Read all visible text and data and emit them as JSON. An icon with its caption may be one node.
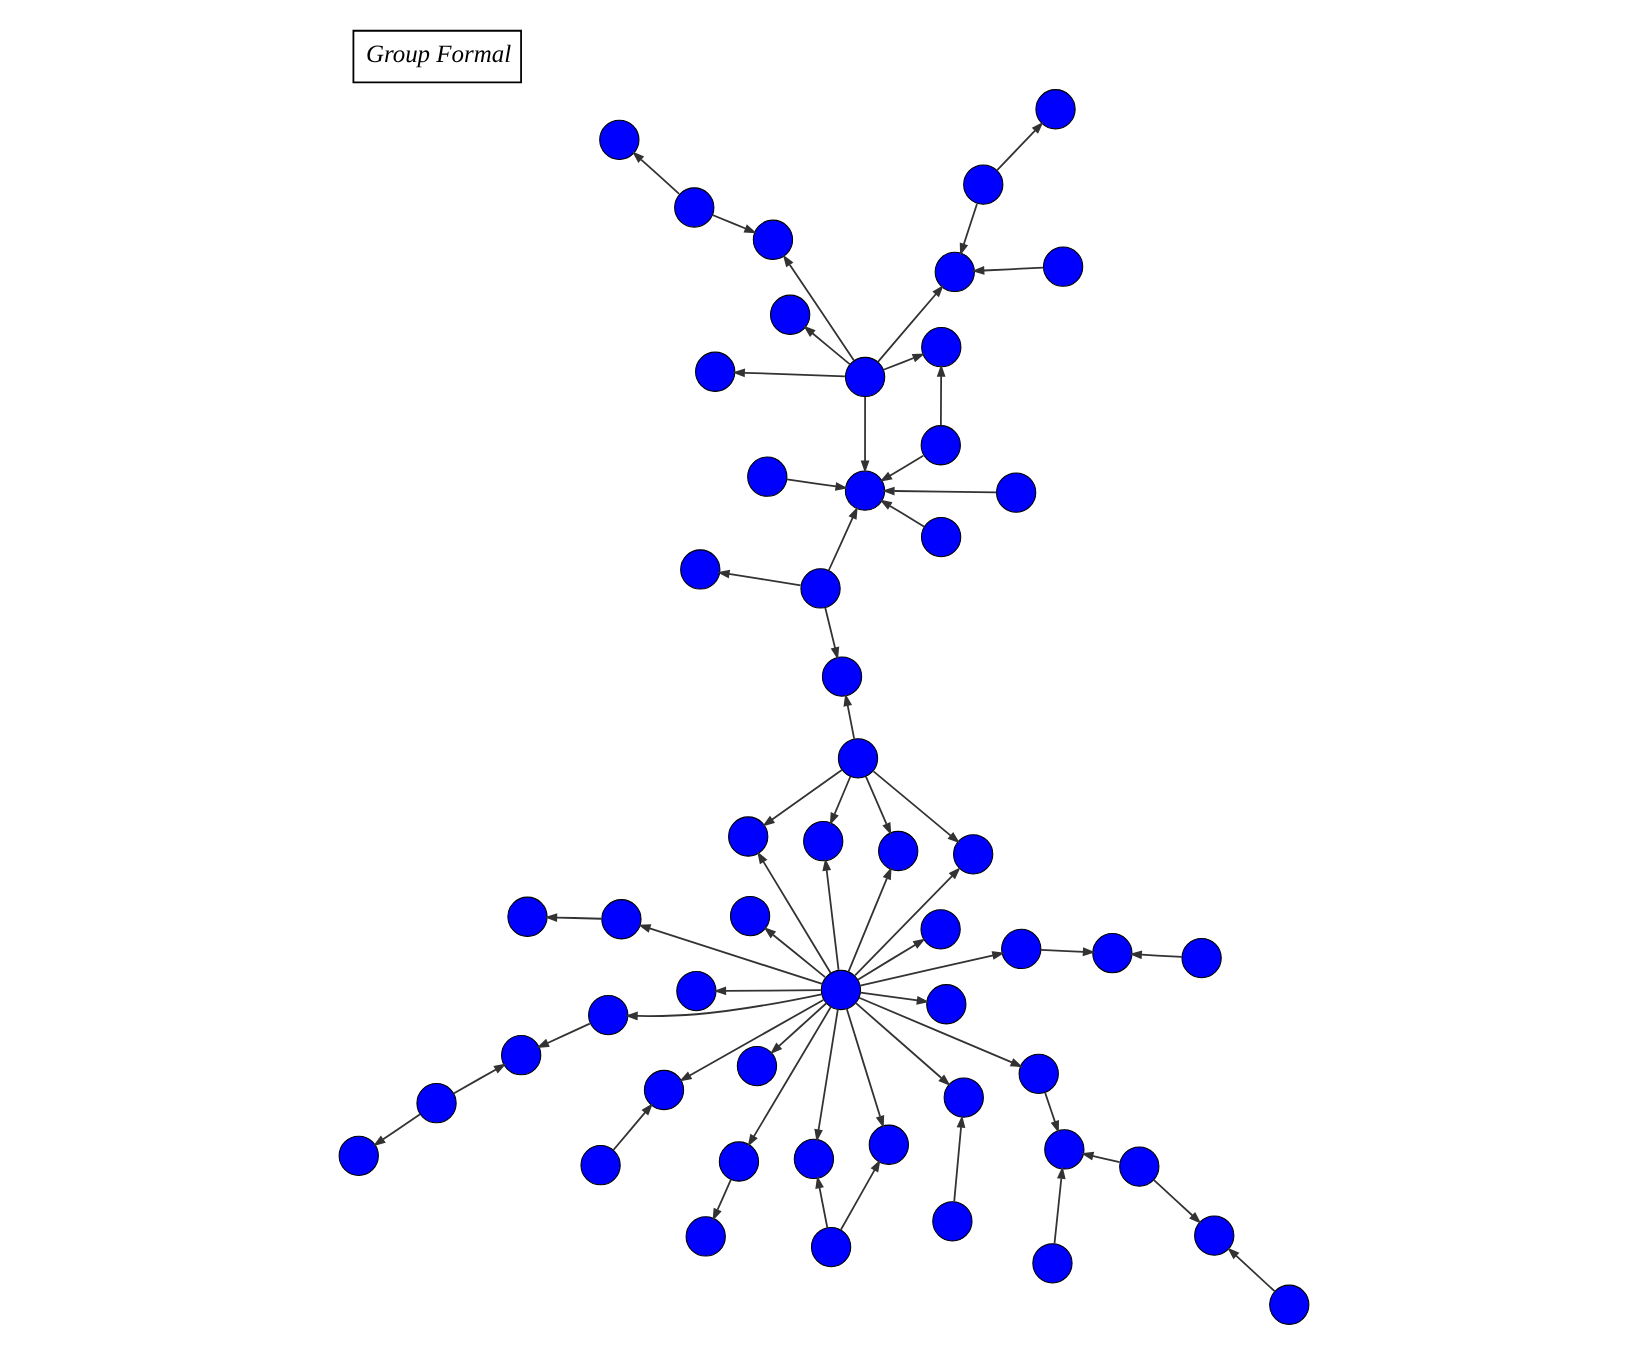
{
  "diagram": {
    "title": "Group Formal",
    "nodes": [
      {
        "text": [],
        "shape": "circle"
      },
      {
        "text": [],
        "shape": "circle"
      },
      {
        "text": [],
        "shape": "circle"
      },
      {
        "text": [],
        "shape": "circle"
      },
      {
        "text": [],
        "shape": "circle"
      },
      {
        "text": [],
        "shape": "circle"
      },
      {
        "text": [],
        "shape": "circle"
      },
      {
        "text": [],
        "shape": "circle"
      },
      {
        "text": [],
        "shape": "circle"
      },
      {
        "text": [],
        "shape": "circle"
      },
      {
        "text": [],
        "shape": "circle"
      },
      {
        "text": [],
        "shape": "circle"
      },
      {
        "text": [],
        "shape": "circle"
      },
      {
        "text": [],
        "shape": "circle"
      },
      {
        "text": [],
        "shape": "circle"
      },
      {
        "text": [],
        "shape": "circle"
      },
      {
        "text": [],
        "shape": "circle"
      },
      {
        "text": [],
        "shape": "circle"
      },
      {
        "text": [],
        "shape": "circle"
      },
      {
        "text": [],
        "shape": "circle"
      },
      {
        "text": [],
        "shape": "circle"
      },
      {
        "text": [],
        "shape": "circle"
      },
      {
        "text": [],
        "shape": "circle"
      },
      {
        "text": [],
        "shape": "circle"
      },
      {
        "text": [],
        "shape": "circle"
      },
      {
        "text": [],
        "shape": "circle"
      },
      {
        "text": [],
        "shape": "circle"
      },
      {
        "text": [],
        "shape": "circle"
      },
      {
        "text": [],
        "shape": "circle"
      },
      {
        "text": [],
        "shape": "circle"
      },
      {
        "text": [],
        "shape": "circle"
      },
      {
        "text": [],
        "shape": "circle"
      },
      {
        "text": [],
        "shape": "circle"
      },
      {
        "text": [],
        "shape": "circle"
      },
      {
        "text": [],
        "shape": "circle"
      },
      {
        "text": [],
        "shape": "circle"
      },
      {
        "text": [],
        "shape": "circle"
      },
      {
        "text": [],
        "shape": "circle"
      },
      {
        "text": [],
        "shape": "circle"
      },
      {
        "text": [],
        "shape": "circle"
      },
      {
        "text": [],
        "shape": "circle"
      },
      {
        "text": [],
        "shape": "circle"
      },
      {
        "text": [],
        "shape": "circle"
      },
      {
        "text": [],
        "shape": "circle"
      },
      {
        "text": [],
        "shape": "circle"
      },
      {
        "text": [],
        "shape": "circle"
      },
      {
        "text": [],
        "shape": "circle"
      },
      {
        "text": [],
        "shape": "circle"
      },
      {
        "text": [],
        "shape": "circle"
      },
      {
        "text": [],
        "shape": "circle"
      },
      {
        "text": [],
        "shape": "circle"
      },
      {
        "text": [],
        "shape": "circle"
      },
      {
        "text": [],
        "shape": "circle"
      },
      {
        "text": [],
        "shape": "circle"
      }
    ],
    "edges": [
      {
        "from": 19,
        "to": 12,
        "arrow": "to"
      },
      {
        "from": 19,
        "to": 20,
        "arrow": "to"
      },
      {
        "from": 10,
        "to": 20,
        "arrow": "to"
      },
      {
        "from": 37,
        "to": 20,
        "arrow": "to"
      },
      {
        "from": 37,
        "to": 21,
        "arrow": "to"
      },
      {
        "from": 37,
        "to": 31,
        "arrow": "to"
      },
      {
        "from": 37,
        "to": 40,
        "arrow": "to"
      },
      {
        "from": 37,
        "to": 46,
        "arrow": "to"
      },
      {
        "from": 37,
        "to": 48,
        "arrow": "to"
      },
      {
        "from": 15,
        "to": 31,
        "arrow": "to"
      },
      {
        "from": 14,
        "to": 31,
        "arrow": "to"
      },
      {
        "from": 26,
        "to": 31,
        "arrow": "to"
      },
      {
        "from": 45,
        "to": 31,
        "arrow": "to"
      },
      {
        "from": 43,
        "to": 31,
        "arrow": "to"
      },
      {
        "from": 45,
        "to": 46,
        "arrow": "to"
      },
      {
        "from": 50,
        "to": 48,
        "arrow": "to"
      },
      {
        "from": 50,
        "to": 52,
        "arrow": "to"
      },
      {
        "from": 26,
        "to": 11,
        "arrow": "to"
      },
      {
        "from": 26,
        "to": 28,
        "arrow": "to"
      },
      {
        "from": 27,
        "to": 28,
        "arrow": "to"
      },
      {
        "from": 27,
        "to": 18,
        "arrow": "to"
      },
      {
        "from": 27,
        "to": 24,
        "arrow": "to"
      },
      {
        "from": 27,
        "to": 29,
        "arrow": "to"
      },
      {
        "from": 27,
        "to": 33,
        "arrow": "to"
      },
      {
        "from": 25,
        "to": 18,
        "arrow": "to"
      },
      {
        "from": 25,
        "to": 24,
        "arrow": "to"
      },
      {
        "from": 25,
        "to": 29,
        "arrow": "to"
      },
      {
        "from": 25,
        "to": 33,
        "arrow": "to"
      },
      {
        "from": 25,
        "to": 16,
        "arrow": "to"
      },
      {
        "from": 16,
        "to": 6,
        "arrow": "to"
      },
      {
        "from": 25,
        "to": 7,
        "arrow": "to"
      },
      {
        "from": 7,
        "to": 3,
        "arrow": "to"
      },
      {
        "from": 1,
        "to": 3,
        "arrow": "to"
      },
      {
        "from": 1,
        "to": 0,
        "arrow": "to"
      },
      {
        "from": 25,
        "to": 8,
        "arrow": "to"
      },
      {
        "from": 25,
        "to": 4,
        "arrow": "to"
      },
      {
        "from": 2,
        "to": 4,
        "arrow": "to"
      },
      {
        "from": 25,
        "to": 9,
        "arrow": "to"
      },
      {
        "from": 5,
        "to": 9,
        "arrow": "to"
      },
      {
        "from": 5,
        "to": 23,
        "arrow": "to"
      },
      {
        "from": 13,
        "to": 17,
        "arrow": "to"
      },
      {
        "from": 25,
        "to": 22,
        "arrow": "to"
      },
      {
        "from": 22,
        "to": 17,
        "arrow": "to"
      },
      {
        "from": 25,
        "to": 23,
        "arrow": "to"
      },
      {
        "from": 25,
        "to": 30,
        "arrow": "to"
      },
      {
        "from": 25,
        "to": 32,
        "arrow": "to"
      },
      {
        "from": 36,
        "to": 32,
        "arrow": "to"
      },
      {
        "from": 25,
        "to": 39,
        "arrow": "to"
      },
      {
        "from": 25,
        "to": 38,
        "arrow": "to"
      },
      {
        "from": 38,
        "to": 44,
        "arrow": "to"
      },
      {
        "from": 47,
        "to": 44,
        "arrow": "to"
      },
      {
        "from": 49,
        "to": 44,
        "arrow": "to"
      },
      {
        "from": 49,
        "to": 51,
        "arrow": "to"
      },
      {
        "from": 53,
        "to": 51,
        "arrow": "to"
      },
      {
        "from": 25,
        "to": 35,
        "arrow": "to"
      },
      {
        "from": 35,
        "to": 41,
        "arrow": "to"
      },
      {
        "from": 25,
        "to": 42,
        "arrow": "to"
      },
      {
        "from": 25,
        "to": 34,
        "arrow": "to"
      }
    ]
  }
}
